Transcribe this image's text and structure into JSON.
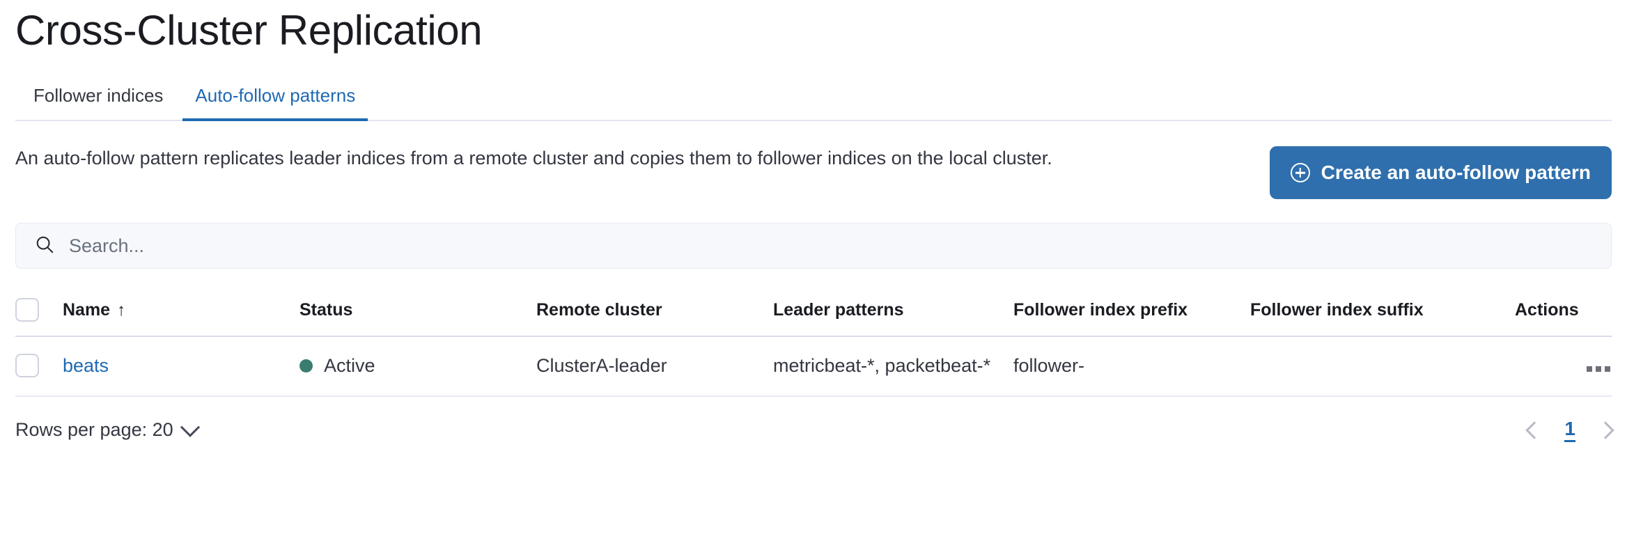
{
  "page": {
    "title": "Cross-Cluster Replication"
  },
  "tabs": [
    {
      "label": "Follower indices",
      "active": false
    },
    {
      "label": "Auto-follow patterns",
      "active": true
    }
  ],
  "intro": {
    "description": "An auto-follow pattern replicates leader indices from a remote cluster and copies them to follower indices on the local cluster.",
    "cta_label": "Create an auto-follow pattern",
    "cta_icon": "plus-in-circle-icon",
    "cta_color": "#2f6fad"
  },
  "search": {
    "placeholder": "Search...",
    "value": "",
    "icon": "search-icon"
  },
  "table": {
    "columns": [
      {
        "key": "select",
        "label": ""
      },
      {
        "key": "name",
        "label": "Name",
        "sorted": "asc",
        "sort_icon": "arrow-up-icon"
      },
      {
        "key": "status",
        "label": "Status"
      },
      {
        "key": "remote_cluster",
        "label": "Remote cluster"
      },
      {
        "key": "leader_patterns",
        "label": "Leader patterns"
      },
      {
        "key": "follower_index_prefix",
        "label": "Follower index prefix"
      },
      {
        "key": "follower_index_suffix",
        "label": "Follower index suffix"
      },
      {
        "key": "actions",
        "label": "Actions"
      }
    ],
    "rows": [
      {
        "name": "beats",
        "status": "Active",
        "status_color": "#3a7d6f",
        "remote_cluster": "ClusterA-leader",
        "leader_patterns": "metricbeat-*, packetbeat-*",
        "follower_index_prefix": "follower-",
        "follower_index_suffix": "",
        "actions_icon": "ellipsis-icon"
      }
    ]
  },
  "footer": {
    "rows_per_page_label": "Rows per page: 20",
    "rows_per_page_icon": "chevron-down-icon",
    "prev_icon": "chevron-left-icon",
    "next_icon": "chevron-right-icon",
    "current_page": "1"
  },
  "theme": {
    "link_blue": "#1e69b3",
    "accent_blue": "#2f6fad"
  }
}
